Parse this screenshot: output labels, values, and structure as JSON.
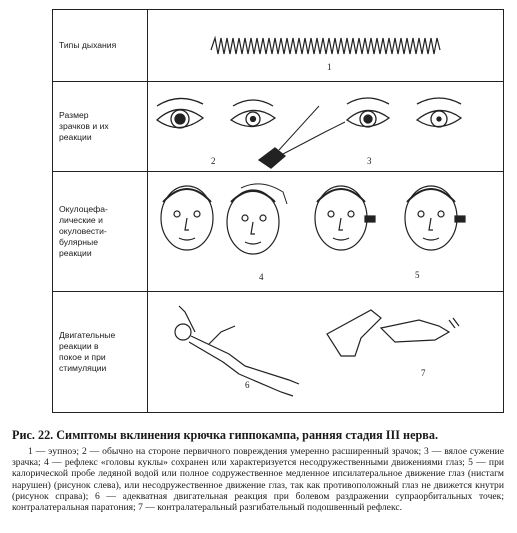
{
  "rows": [
    {
      "label": "Типы дыхания",
      "numbers": [
        "1"
      ]
    },
    {
      "label": "Размер\nзрачков и их\nреакции",
      "numbers": [
        "2",
        "3"
      ]
    },
    {
      "label": "Окулоцефа-\nлические и\nокуловести-\nбулярные\nреакции",
      "numbers": [
        "4",
        "5"
      ]
    },
    {
      "label": "Двигательные\nреакции в\nпокое и при\nстимуляции",
      "numbers": [
        "6",
        "7"
      ]
    }
  ],
  "caption": "Рис. 22. Симптомы вклинения крючка гиппокампа, ранняя стадия III нерва.",
  "legend": "1 — эупноэ; 2 — обычно на стороне первичного повреждения умеренно расширенный зрачок; 3 — вялое сужение зрачка; 4 — рефлекс «головы куклы» сохранен или характеризуется несодружественными движениями глаз; 5 — при калорической пробе ледяной водой или полное содружественное медленное ипсилатеральное движение глаз (нистагм нарушен) (рисунок слева), или несодружественное движение глаз, так как противоположный глаз не движется кнутри (рисунок справа); 6 — адекватная двигательная реакция при болевом раздражении супраорбитальных точек; контралатеральная паратония; 7 — контралатеральный разгибательный подошвенный рефлекс."
}
